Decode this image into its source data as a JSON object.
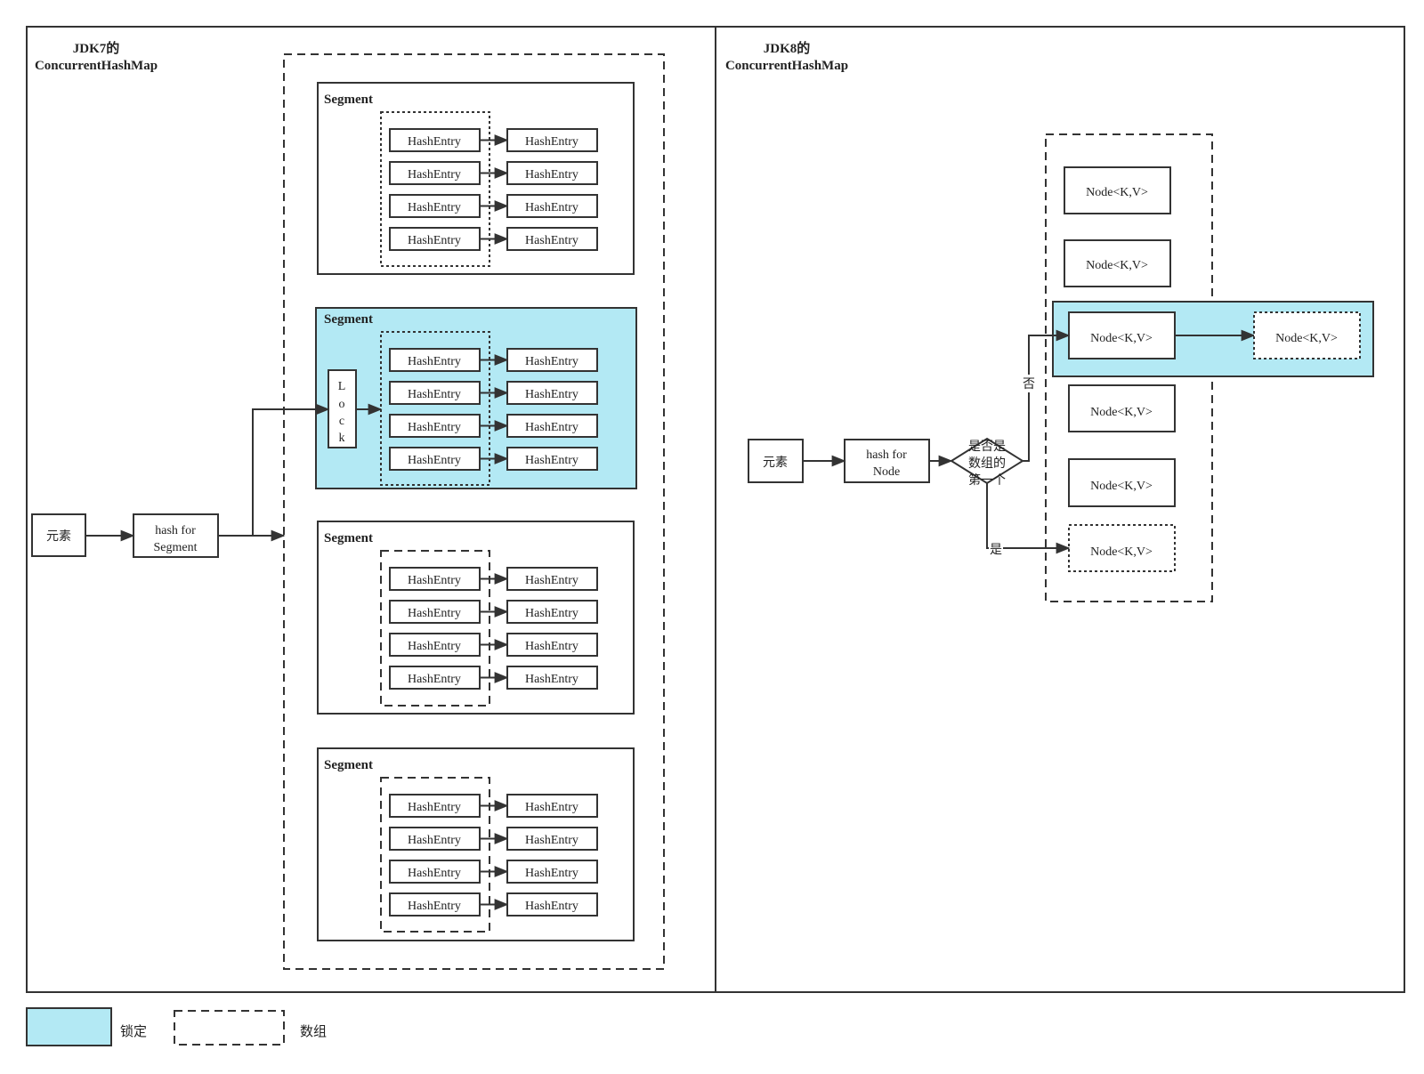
{
  "colors": {
    "locked_fill": "#b3e9f4",
    "line": "#333333",
    "background": "#ffffff"
  },
  "jdk7": {
    "title_line1": "JDK7的",
    "title_line2": "ConcurrentHashMap",
    "element_label": "元素",
    "hash_line1": "hash for",
    "hash_line2": "Segment",
    "lock_letters": [
      "L",
      "o",
      "c",
      "k"
    ],
    "segment_label": "Segment",
    "entry_label": "HashEntry"
  },
  "jdk8": {
    "title_line1": "JDK8的",
    "title_line2": "ConcurrentHashMap",
    "element_label": "元素",
    "hash_line1": "hash for",
    "hash_line2": "Node",
    "decision_lines": [
      "是否是",
      "数组的",
      "第一个"
    ],
    "no_label": "否",
    "yes_label": "是",
    "node_label": "Node<K,V>"
  },
  "legend": {
    "locked_label": "锁定",
    "array_label": "数组"
  }
}
